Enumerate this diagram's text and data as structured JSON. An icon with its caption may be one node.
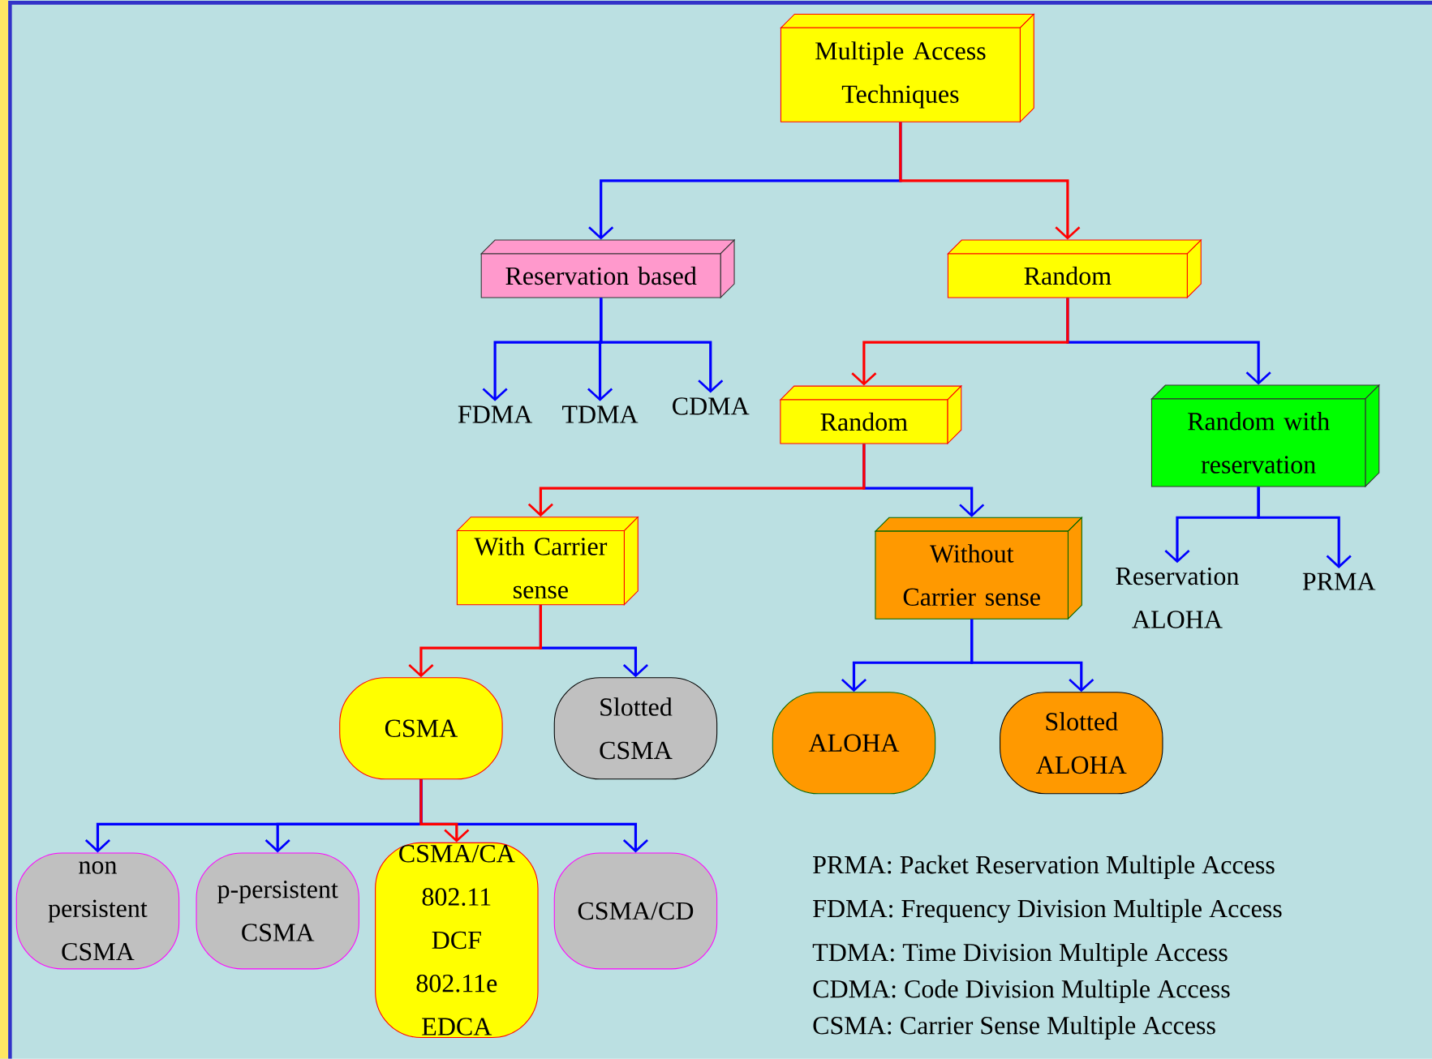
{
  "diagram": {
    "nodes": [
      {
        "text": [
          "Multiple Access Techniques"
        ]
      },
      {
        "text": [
          "Reservation based"
        ]
      },
      {
        "text": [
          "Random"
        ]
      },
      {
        "text": [
          "FDMA"
        ]
      },
      {
        "text": [
          "TDMA"
        ]
      },
      {
        "text": [
          "CDMA"
        ]
      },
      {
        "text": [
          "Random"
        ]
      },
      {
        "text": [
          "Random with reservation"
        ]
      },
      {
        "text": [
          "With Carrier sense"
        ]
      },
      {
        "text": [
          "Without Carrier sense"
        ]
      },
      {
        "text": [
          "Reservation ALOHA"
        ]
      },
      {
        "text": [
          "PRMA"
        ]
      },
      {
        "text": [
          "CSMA"
        ]
      },
      {
        "text": [
          "Slotted CSMA"
        ]
      },
      {
        "text": [
          "ALOHA"
        ]
      },
      {
        "text": [
          "Slotted ALOHA"
        ]
      },
      {
        "text": [
          "non persistent CSMA"
        ]
      },
      {
        "text": [
          "p-persistent CSMA"
        ]
      },
      {
        "text": [
          "CSMA/CA 802.11 DCF 802.11e EDCA"
        ]
      },
      {
        "text": [
          "CSMA/CD"
        ]
      }
    ],
    "edges": [
      {
        "from": 0,
        "to": 1,
        "arrow": "to"
      },
      {
        "from": 0,
        "to": 2,
        "arrow": "to",
        "color": "#ff0000"
      },
      {
        "from": 1,
        "to": 3,
        "arrow": "to"
      },
      {
        "from": 1,
        "to": 4,
        "arrow": "to"
      },
      {
        "from": 1,
        "to": 5,
        "arrow": "to"
      },
      {
        "from": 2,
        "to": 6,
        "arrow": "to",
        "color": "#ff0000"
      },
      {
        "from": 2,
        "to": 7,
        "arrow": "to"
      },
      {
        "from": 6,
        "to": 8,
        "arrow": "to",
        "color": "#ff0000"
      },
      {
        "from": 6,
        "to": 9,
        "arrow": "to"
      },
      {
        "from": 7,
        "to": 10,
        "arrow": "to"
      },
      {
        "from": 7,
        "to": 11,
        "arrow": "to"
      },
      {
        "from": 8,
        "to": 12,
        "arrow": "to",
        "color": "#ff0000"
      },
      {
        "from": 8,
        "to": 13,
        "arrow": "to"
      },
      {
        "from": 9,
        "to": 14,
        "arrow": "to"
      },
      {
        "from": 9,
        "to": 15,
        "arrow": "to"
      },
      {
        "from": 12,
        "to": 16,
        "arrow": "to"
      },
      {
        "from": 12,
        "to": 17,
        "arrow": "to"
      },
      {
        "from": 12,
        "to": 18,
        "arrow": "to",
        "color": "#ff0000"
      },
      {
        "from": 12,
        "to": 19,
        "arrow": "to"
      }
    ],
    "labels": [
      "PRMA: Packet Reservation Multiple Access",
      "FDMA: Frequency Division Multiple Access",
      "TDMA: Time Division Multiple Access",
      "CDMA: Code Division Multiple Access",
      "CSMA: Carrier Sense Multiple Access"
    ]
  }
}
